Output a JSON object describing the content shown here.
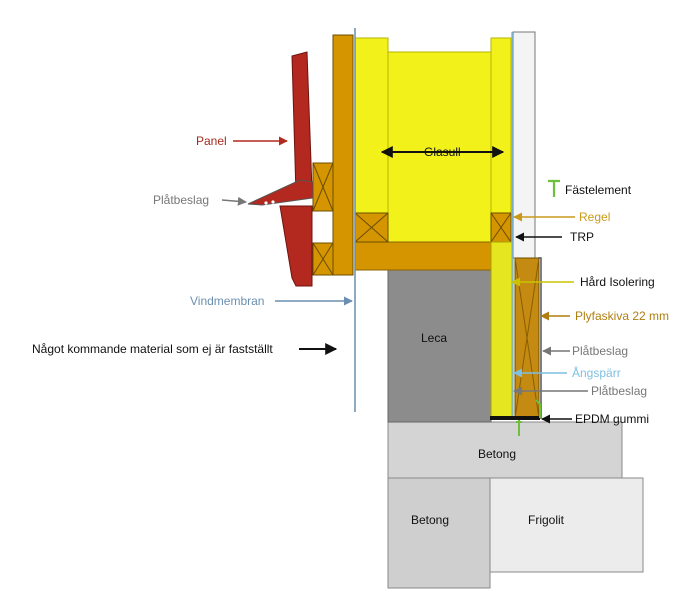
{
  "labels": {
    "panel": "Panel",
    "platbeslag_left": "Plåtbeslag",
    "vindmembran": "Vindmembran",
    "note": "Något kommande material som ej är fastställt",
    "glasull": "Glasull",
    "leca": "Leca",
    "fastelement": "Fästelement",
    "regel": "Regel",
    "trp": "TRP",
    "hard_isolering": "Hård Isolering",
    "plyfaskiva": "Plyfaskiva 22 mm",
    "platbeslag_right1": "Plåtbeslag",
    "angsparr": "Ångspärr",
    "platbeslag_right2": "Plåtbeslag",
    "epdm": "EPDM gummi",
    "betong_top": "Betong",
    "betong_bottom": "Betong",
    "frigolit": "Frigolit"
  },
  "colors": {
    "panel": "#b3281f",
    "panel_label": "#a32a1f",
    "wood": "#d49500",
    "insulation": "#f2f21a",
    "hard_insulation": "#e5e520",
    "leca": "#8c8c8c",
    "concrete": "#d4d4d4",
    "frigolit": "#ececec",
    "membrane": "#6a8fb0",
    "vapor_barrier": "#7fbfe0",
    "plywood": "#b87a10",
    "regel_label": "#c99a1a",
    "plywood_label": "#b07e10",
    "fastener": "#6fbf3f",
    "gray_arrow": "#777777",
    "black": "#111111"
  }
}
